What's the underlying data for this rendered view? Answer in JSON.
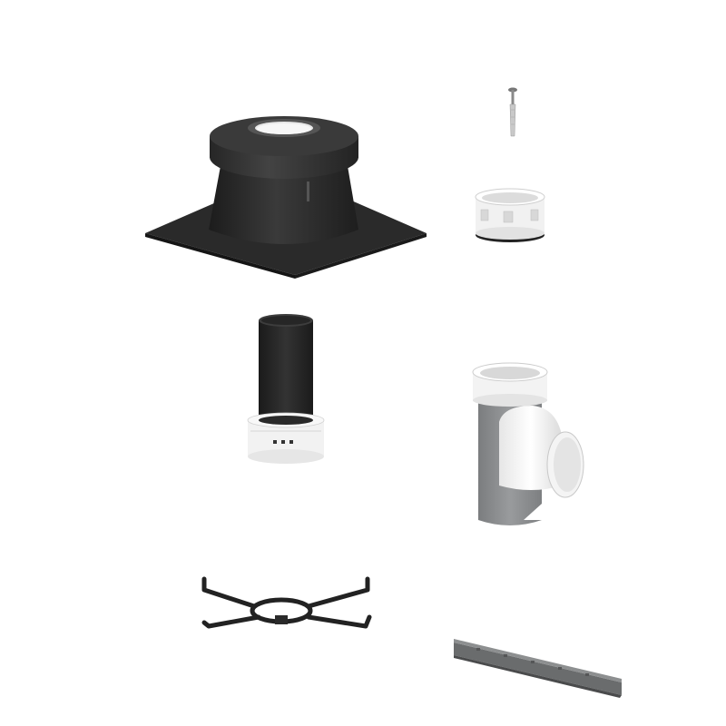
{
  "scene": {
    "background": "#ffffff",
    "colors": {
      "black_part": "#2c2c2c",
      "black_shade": "#1f1f1f",
      "black_highlight": "#4a4a4a",
      "white_part": "#f2f2f2",
      "grey_pipe": "#8a8c8e",
      "galvanized": "#6d6f70"
    },
    "components": [
      {
        "id": "roof-flashing",
        "icon": "roof-flashing-icon"
      },
      {
        "id": "anchor-screw",
        "icon": "screw-anchor-icon"
      },
      {
        "id": "connection-collar",
        "icon": "pipe-collar-icon"
      },
      {
        "id": "black-pipe-section",
        "icon": "pipe-section-icon"
      },
      {
        "id": "tee-elbow",
        "icon": "tee-elbow-icon"
      },
      {
        "id": "support-bracket",
        "icon": "support-bracket-icon"
      },
      {
        "id": "mounting-rail",
        "icon": "mounting-rail-icon"
      }
    ]
  }
}
